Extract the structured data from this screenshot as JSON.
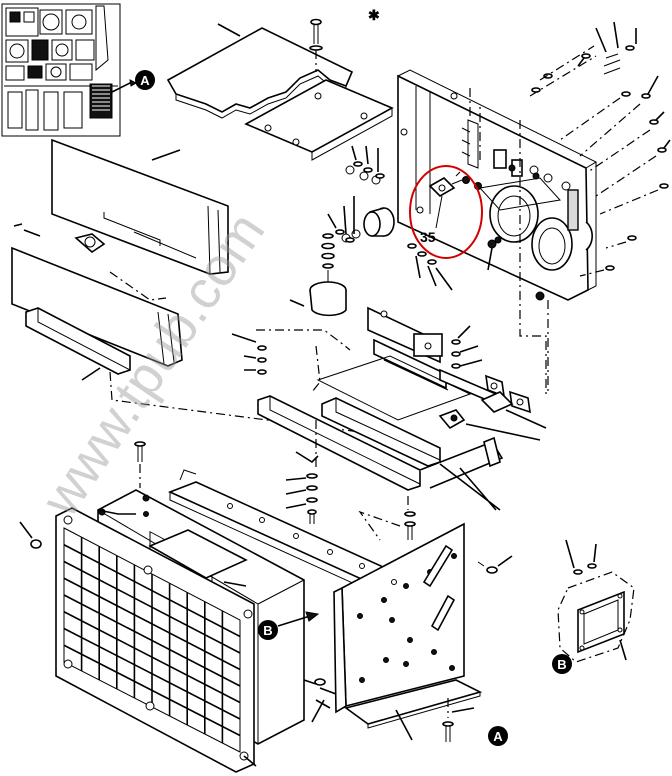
{
  "watermark": "www.tpub.com",
  "callouts": {
    "a_top": "A",
    "a_bottom": "A",
    "b_left": "B",
    "b_right": "B"
  },
  "item_number": "35",
  "highlight_color": "#d40000"
}
